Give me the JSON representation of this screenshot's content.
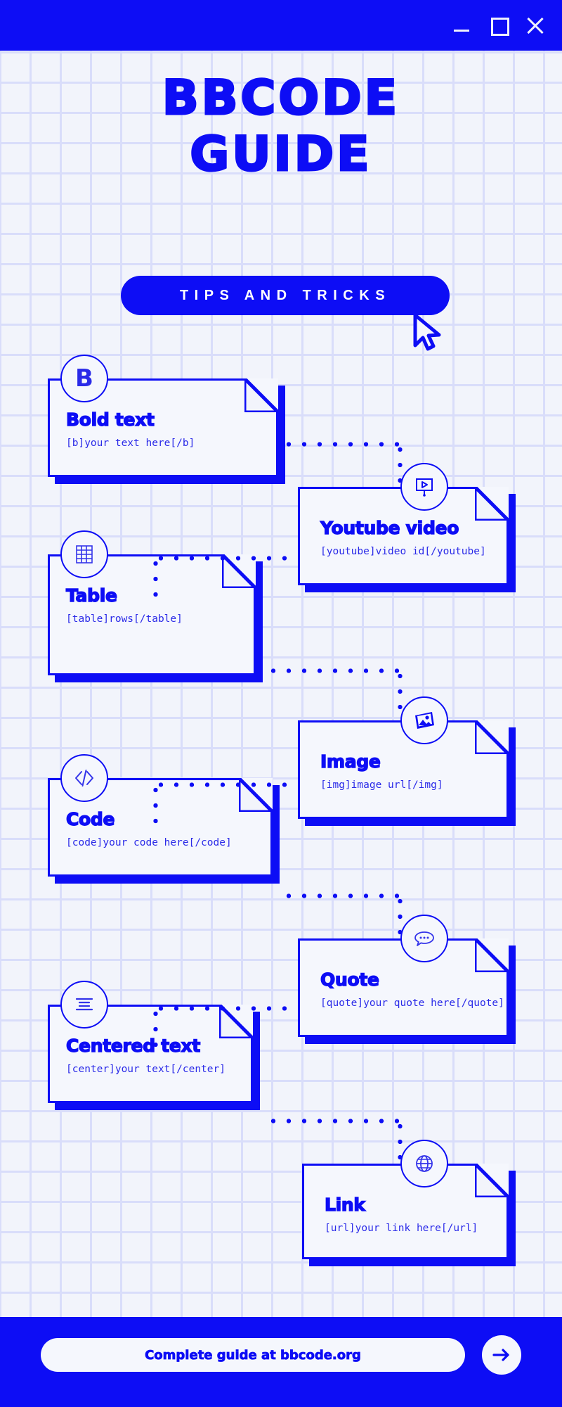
{
  "window": {
    "controls": [
      {
        "name": "minimize",
        "glyph": "_"
      },
      {
        "name": "maximize",
        "glyph": "□"
      },
      {
        "name": "close",
        "glyph": "✕"
      }
    ]
  },
  "header": {
    "title_line1": "BBCODE",
    "title_line2": "GUIDE",
    "pill_label": "TIPS AND TRICKS"
  },
  "colors": {
    "brand_blue": "#0d0df5",
    "paper": "#f5f7fd",
    "grid_line": "#d9ddfa",
    "background": "#f2f4fb",
    "text_blue": "#2a2ae8"
  },
  "cards": [
    {
      "id": "bold",
      "side": "left",
      "title": "Bold text",
      "code": "[b]your text here[/b]",
      "icon": "bold-b-icon"
    },
    {
      "id": "youtube",
      "side": "right",
      "title": "Youtube video",
      "code": "[youtube]video id[/youtube]",
      "icon": "video-play-icon"
    },
    {
      "id": "table",
      "side": "left",
      "title": "Table",
      "code": "[table]rows[/table]",
      "icon": "table-grid-icon"
    },
    {
      "id": "image",
      "side": "right",
      "title": "Image",
      "code": "[img]image url[/img]",
      "icon": "picture-icon"
    },
    {
      "id": "code",
      "side": "left",
      "title": "Code",
      "code": "[code]your code here[/code]",
      "icon": "angle-brackets-icon"
    },
    {
      "id": "quote",
      "side": "right",
      "title": "Quote",
      "code": "[quote]your quote here[/quote]",
      "icon": "speech-bubble-icon"
    },
    {
      "id": "center",
      "side": "left",
      "title": "Centered text",
      "code": "[center]your text[/center]",
      "icon": "align-center-icon"
    },
    {
      "id": "link",
      "side": "right",
      "title": "Link",
      "code": "[url]your link here[/url]",
      "icon": "globe-icon"
    }
  ],
  "footer": {
    "cta_label": "Complete guide at bbcode.org",
    "arrow_icon": "arrow-right-icon"
  }
}
